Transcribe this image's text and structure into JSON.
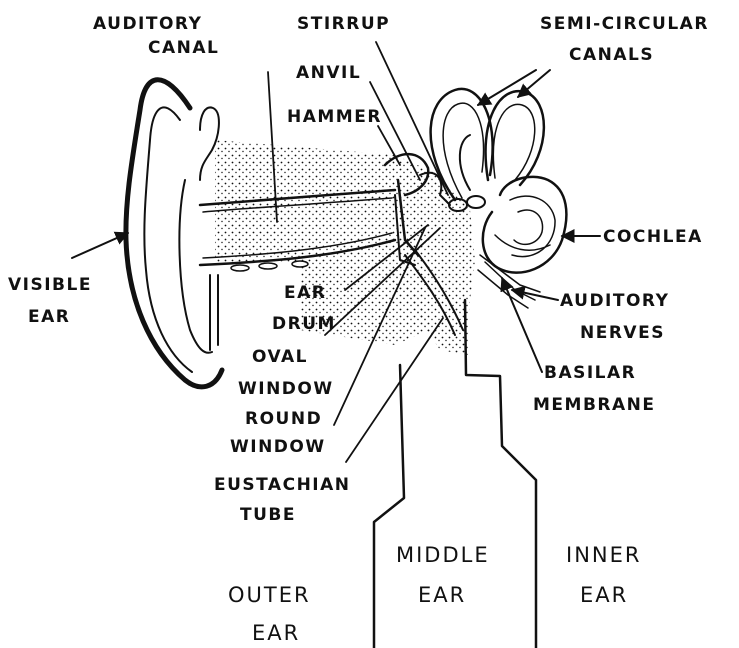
{
  "labels": {
    "auditory_canal_1": "AUDITORY",
    "auditory_canal_2": "CANAL",
    "stirrup": "STIRRUP",
    "semicircular_1": "SEMI-CIRCULAR",
    "semicircular_2": "CANALS",
    "anvil": "ANVIL",
    "hammer": "HAMMER",
    "cochlea": "COCHLEA",
    "visible_ear_1": "VISIBLE",
    "visible_ear_2": "EAR",
    "ear_drum_1": "EAR",
    "ear_drum_2": "DRUM",
    "auditory_nerves_1": "AUDITORY",
    "auditory_nerves_2": "NERVES",
    "oval_window_1": "OVAL",
    "oval_window_2": "WINDOW",
    "basilar_membrane_1": "BASILAR",
    "basilar_membrane_2": "MEMBRANE",
    "round_window_1": "ROUND",
    "round_window_2": "WINDOW",
    "eustachian_tube_1": "EUSTACHIAN",
    "eustachian_tube_2": "TUBE"
  },
  "sections": {
    "outer_1": "OUTER",
    "outer_2": "EAR",
    "middle_1": "MIDDLE",
    "middle_2": "EAR",
    "inner_1": "INNER",
    "inner_2": "EAR"
  },
  "colors": {
    "ink": "#111111",
    "background": "#ffffff"
  }
}
